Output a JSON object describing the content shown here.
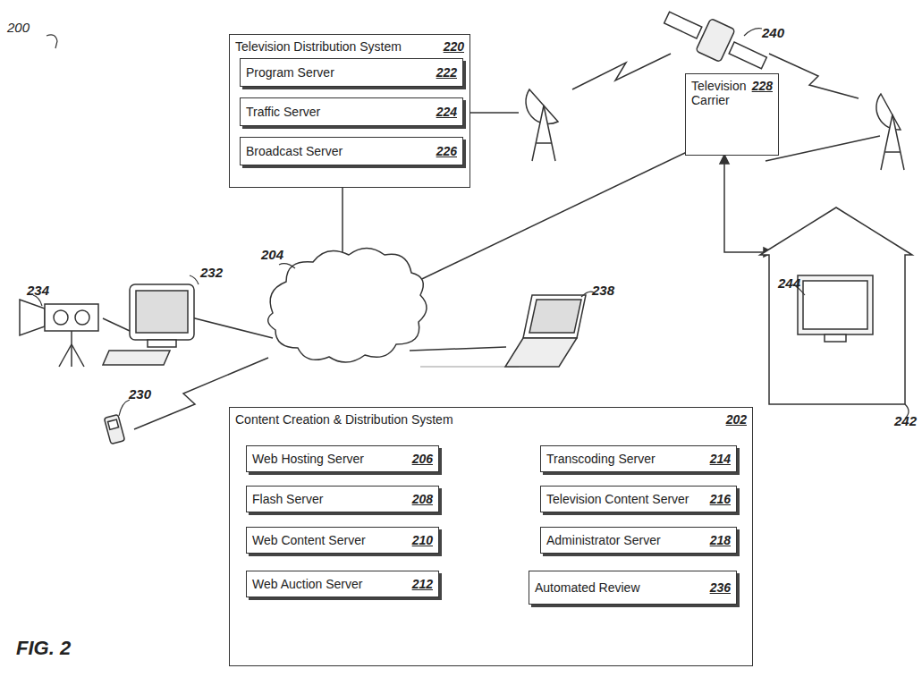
{
  "diagram": {
    "nodes": [
      {
        "text": [
          "Television Distribution System",
          "220"
        ]
      },
      {
        "text": [
          "Program Server",
          "222"
        ],
        "in": 0
      },
      {
        "text": [
          "Traffic Server",
          "224"
        ],
        "in": 0
      },
      {
        "text": [
          "Broadcast Server",
          "226"
        ],
        "in": 0
      },
      {
        "text": [
          "Television Carrier",
          "228"
        ]
      },
      {
        "text": [
          "Content Creation & Distribution System",
          "202"
        ]
      },
      {
        "text": [
          "Web Hosting Server",
          "206"
        ],
        "in": 5
      },
      {
        "text": [
          "Flash Server",
          "208"
        ],
        "in": 5
      },
      {
        "text": [
          "Web Content Server",
          "210"
        ],
        "in": 5
      },
      {
        "text": [
          "Web Auction Server",
          "212"
        ],
        "in": 5
      },
      {
        "text": [
          "Transcoding Server",
          "214"
        ],
        "in": 5
      },
      {
        "text": [
          "Television Content Server",
          "216"
        ],
        "in": 5
      },
      {
        "text": [
          "Administrator Server",
          "218"
        ],
        "in": 5
      },
      {
        "text": [
          "Automated Review",
          "236"
        ],
        "in": 5
      }
    ],
    "edges": [
      {
        "from": 6,
        "to": 10,
        "arrow": "none"
      },
      {
        "from": 8,
        "to": 12,
        "arrow": "none"
      },
      {
        "from": 12,
        "to": 13,
        "arrow": "none"
      },
      {
        "from": 9,
        "to": 13,
        "arrow": "none"
      }
    ],
    "labels": [
      "200",
      "204",
      "232",
      "234",
      "238",
      "230",
      "240",
      "242",
      "244",
      "FIG. 2"
    ]
  }
}
